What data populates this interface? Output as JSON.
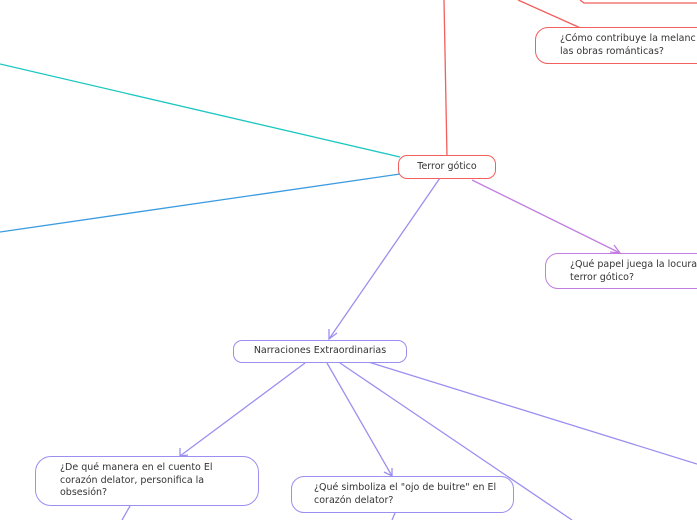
{
  "colors": {
    "red": "#f25f5c",
    "teal": "#1cc7c1",
    "blue": "#3b9be0",
    "violet": "#c27ee0",
    "lilac": "#9b8ff0"
  },
  "nodes": {
    "central": "Terror gótico",
    "melancolia": "¿Cómo contribuye la melanc las obras románticas?",
    "locura": "¿Qué papel juega la locura terror gótico?",
    "narraciones": "Narraciones Extraordinarias",
    "obsesion": "¿De qué manera en el cuento El corazón delator, personifica la obsesión?",
    "ojo_buitre": "¿Qué simboliza el \"ojo de buitre\" en El corazón delator?"
  }
}
